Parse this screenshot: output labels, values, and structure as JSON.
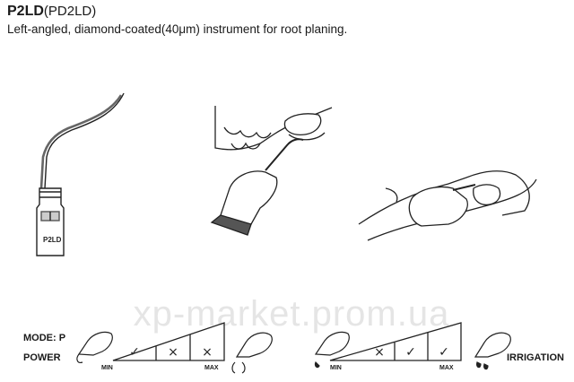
{
  "header": {
    "code": "P2LD",
    "code_alt": "(PD2LD)",
    "description": "Left-angled, diamond-coated(40μm) instrument for root planing."
  },
  "tip_label": "P2LD",
  "watermark": "xp-market.prom.ua",
  "power_table": {
    "mode_label": "MODE: P",
    "power_label": "POWER",
    "min_label": "MIN",
    "max_label": "MAX",
    "cells": [
      "✓",
      "×",
      "×"
    ]
  },
  "irrigation_table": {
    "label": "IRRIGATION",
    "min_label": "MIN",
    "max_label": "MAX",
    "cells": [
      "×",
      "✓",
      "✓"
    ]
  }
}
